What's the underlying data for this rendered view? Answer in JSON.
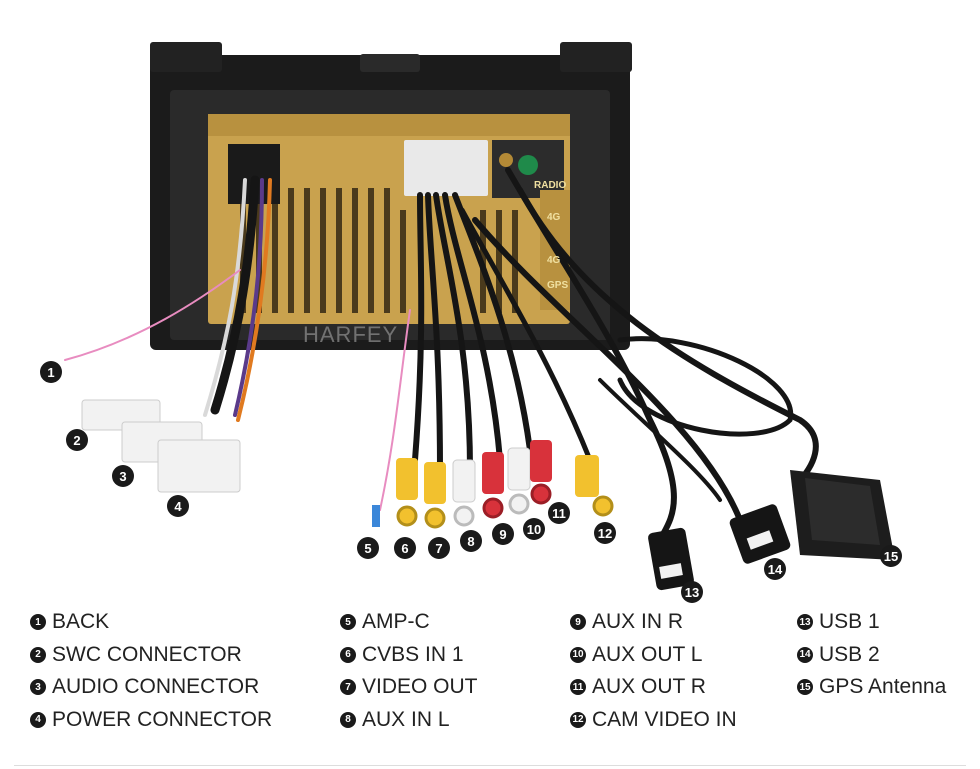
{
  "brand": "HARFEY",
  "unit_ports": [
    "RADIO",
    "4G",
    "4G",
    "GPS"
  ],
  "callouts": [
    "1",
    "2",
    "3",
    "4",
    "5",
    "6",
    "7",
    "8",
    "9",
    "10",
    "11",
    "12",
    "13",
    "14",
    "15"
  ],
  "legend": [
    {
      "num": "1",
      "label": "BACK"
    },
    {
      "num": "2",
      "label": "SWC CONNECTOR"
    },
    {
      "num": "3",
      "label": "AUDIO CONNECTOR"
    },
    {
      "num": "4",
      "label": "POWER CONNECTOR"
    },
    {
      "num": "5",
      "label": "AMP-C"
    },
    {
      "num": "6",
      "label": "CVBS IN 1"
    },
    {
      "num": "7",
      "label": "VIDEO OUT"
    },
    {
      "num": "8",
      "label": "AUX IN L"
    },
    {
      "num": "9",
      "label": "AUX IN R"
    },
    {
      "num": "10",
      "label": "AUX OUT L"
    },
    {
      "num": "11",
      "label": "AUX OUT R"
    },
    {
      "num": "12",
      "label": "CAM VIDEO IN"
    },
    {
      "num": "13",
      "label": "USB 1"
    },
    {
      "num": "14",
      "label": "USB 2"
    },
    {
      "num": "15",
      "label": "GPS Antenna"
    }
  ],
  "colors": {
    "yellow": "#f2c12e",
    "red": "#d8323b",
    "white": "#f2f2f2",
    "gold": "#c9a24e",
    "cable": "#151515",
    "pink": "#e88cc0"
  }
}
